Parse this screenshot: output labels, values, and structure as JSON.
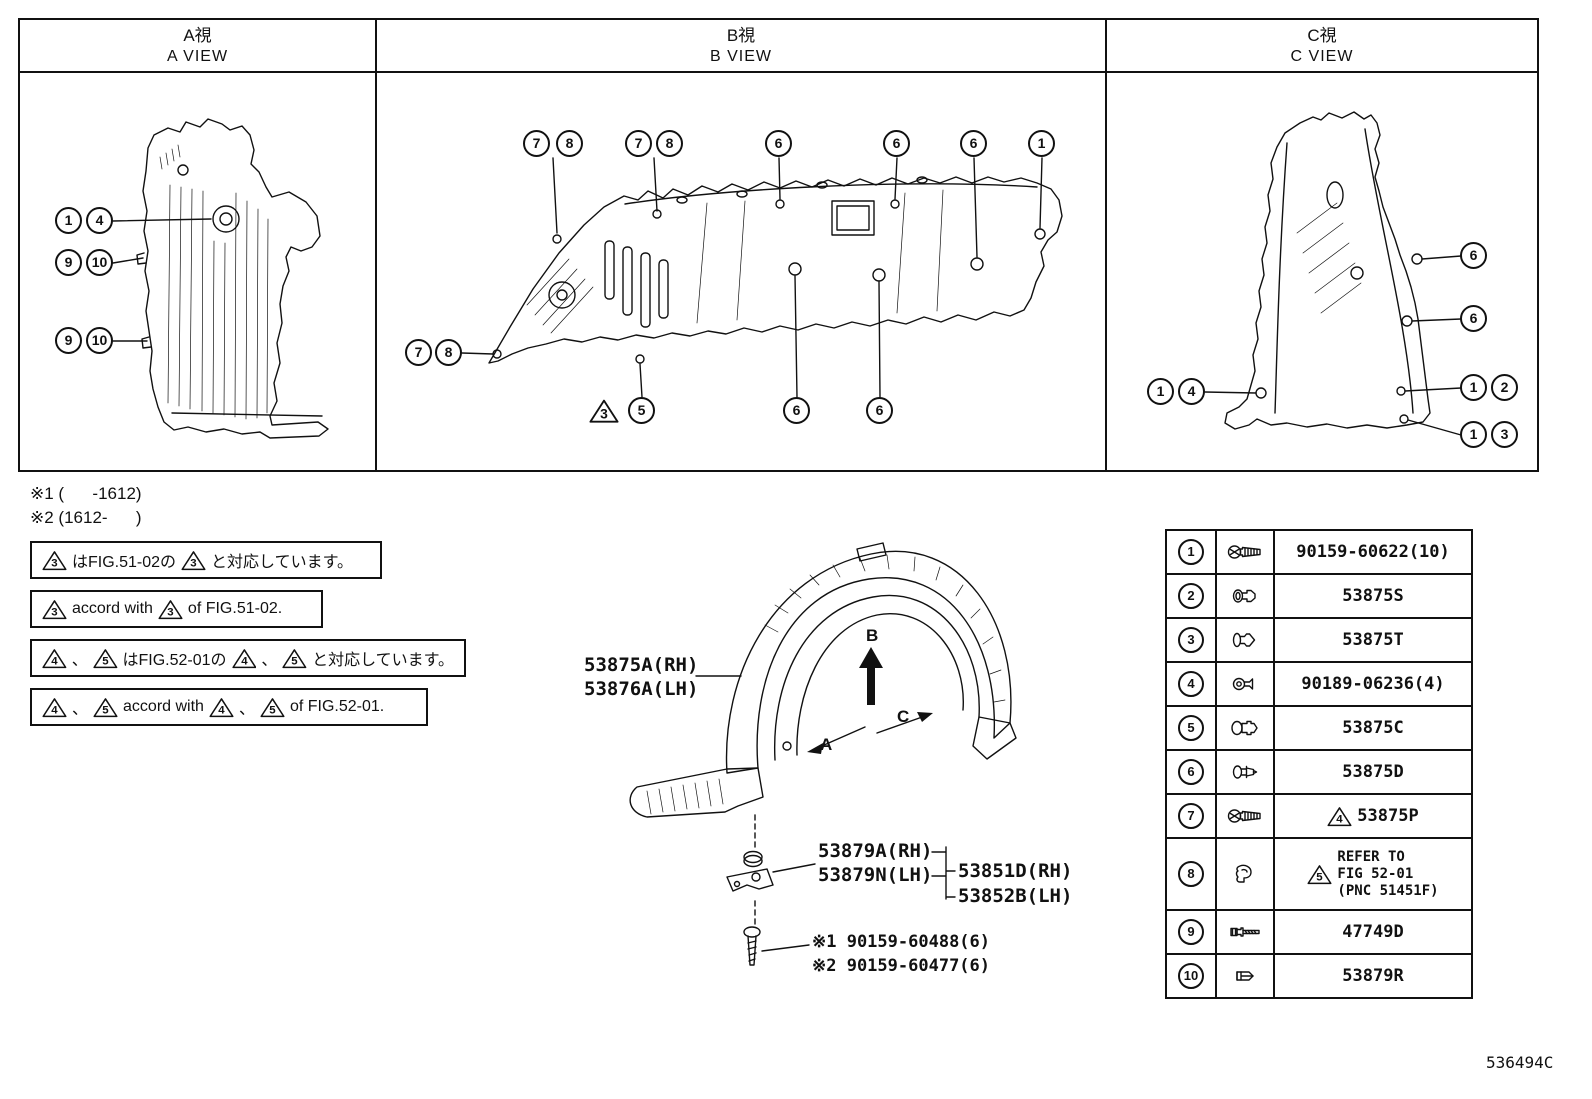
{
  "views": {
    "a": {
      "title_jp": "A視",
      "title_en": "A VIEW",
      "callouts": [
        "1",
        "4",
        "9",
        "10",
        "9",
        "10"
      ]
    },
    "b": {
      "title_jp": "B視",
      "title_en": "B VIEW",
      "triangle": "3",
      "callouts": [
        "7",
        "8",
        "7",
        "8",
        "6",
        "6",
        "6",
        "1",
        "7",
        "8",
        "5",
        "6",
        "6"
      ]
    },
    "c": {
      "title_jp": "C視",
      "title_en": "C VIEW",
      "callouts": [
        "6",
        "6",
        "1",
        "4",
        "1",
        "2",
        "1",
        "3"
      ]
    }
  },
  "notes": {
    "rev1": "※1 (      -1612)",
    "rev2": "※2 (1612-      )",
    "box1": {
      "tri_a": "3",
      "text_a": "はFIG.51-02の",
      "tri_b": "3",
      "text_b": "と対応しています。"
    },
    "box2": {
      "tri_a": "3",
      "text_a": "accord with",
      "tri_b": "3",
      "text_b": "of FIG.51-02."
    },
    "box3": {
      "tri_a": "4",
      "sep_a": "、",
      "tri_b": "5",
      "text_a": "はFIG.52-01の",
      "tri_c": "4",
      "sep_b": "、",
      "tri_d": "5",
      "text_b": "と対応しています。"
    },
    "box4": {
      "tri_a": "4",
      "sep_a": "、",
      "tri_b": "5",
      "text_a": "accord with",
      "tri_c": "4",
      "sep_b": "、",
      "tri_d": "5",
      "text_b": "of FIG.52-01."
    }
  },
  "center": {
    "liner_rh": "53875A(RH)",
    "liner_lh": "53876A(LH)",
    "bracket_rh": "53879A(RH)",
    "bracket_lh": "53879N(LH)",
    "mudguard_rh": "53851D(RH)",
    "mudguard_lh": "53852B(LH)",
    "fastener1": "※1 90159-60488(6)",
    "fastener2": "※2 90159-60477(6)",
    "dir_a": "A",
    "dir_b": "B",
    "dir_c": "C"
  },
  "parts_table": {
    "rows": [
      {
        "num": "1",
        "icon": "screw-icon",
        "part": "90159-60622(10)"
      },
      {
        "num": "2",
        "icon": "rivet-clip-icon",
        "part": "53875S"
      },
      {
        "num": "3",
        "icon": "push-clip-icon",
        "part": "53875T"
      },
      {
        "num": "4",
        "icon": "pin-clip-icon",
        "part": "90189-06236(4)"
      },
      {
        "num": "5",
        "icon": "grommet-clip-icon",
        "part": "53875C"
      },
      {
        "num": "6",
        "icon": "snap-clip-icon",
        "part": "53875D"
      },
      {
        "num": "7",
        "icon": "screw-icon",
        "triangle": "4",
        "part": "53875P"
      },
      {
        "num": "8",
        "icon": "hook-clip-icon",
        "triangle": "5",
        "part_lines": [
          "REFER TO",
          "FIG 52-01",
          "(PNC 51451F)"
        ]
      },
      {
        "num": "9",
        "icon": "bolt-icon",
        "part": "47749D"
      },
      {
        "num": "10",
        "icon": "nut-clip-icon",
        "part": "53879R"
      }
    ]
  },
  "footer": {
    "code": "536494C"
  }
}
